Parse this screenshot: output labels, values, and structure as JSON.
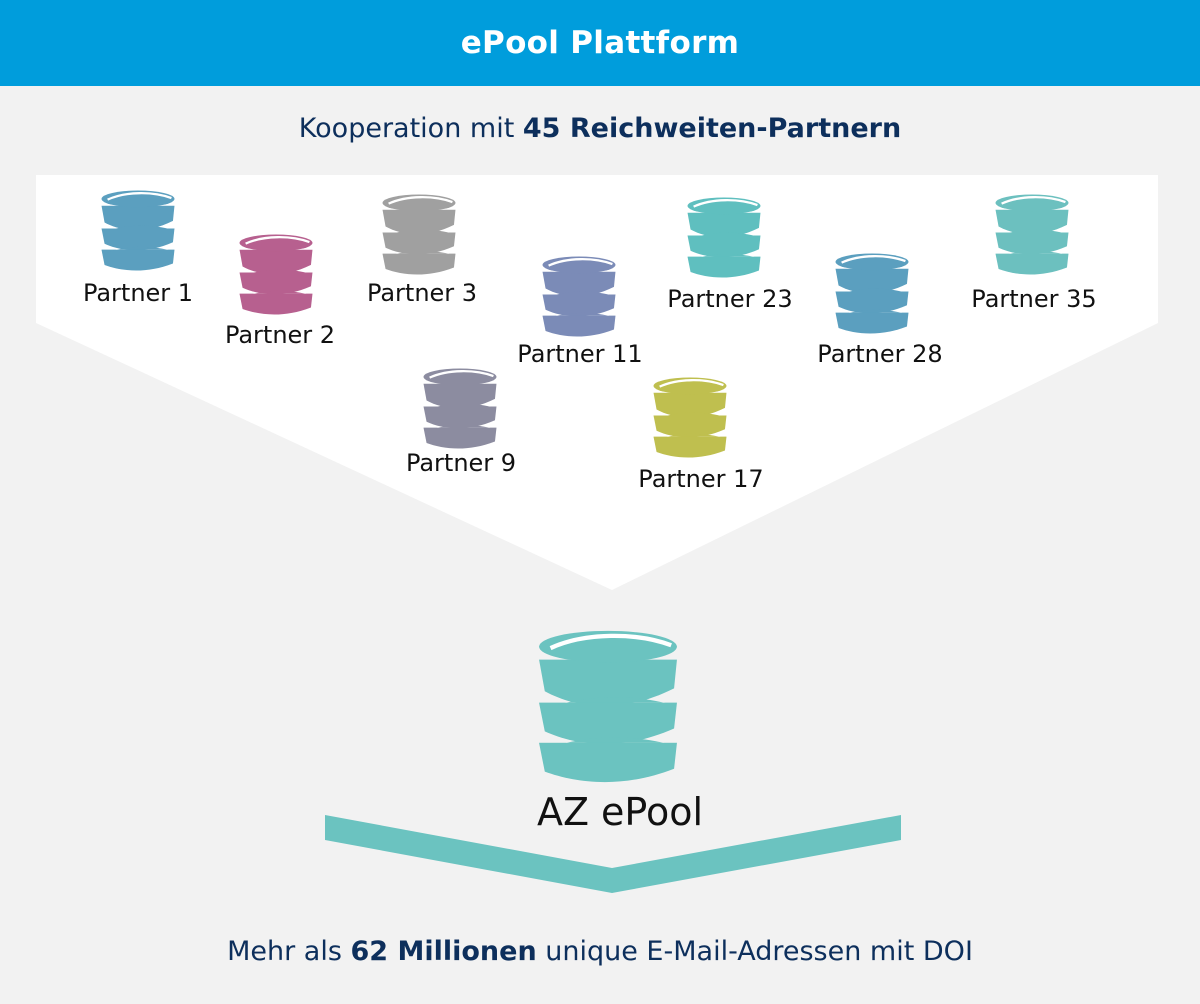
{
  "header": {
    "title": "ePool Plattform"
  },
  "subtitle": {
    "prefix": "Kooperation mit",
    "highlight": "45 Reichweiten-Partnern"
  },
  "partners": [
    {
      "label": "Partner 1",
      "color": "#5b9fbf"
    },
    {
      "label": "Partner 2",
      "color": "#b7608f"
    },
    {
      "label": "Partner 3",
      "color": "#a0a0a0"
    },
    {
      "label": "Partner 11",
      "color": "#7b8bb7"
    },
    {
      "label": "Partner 23",
      "color": "#5fbfbf"
    },
    {
      "label": "Partner 28",
      "color": "#5b9fbf"
    },
    {
      "label": "Partner 35",
      "color": "#6cc0bf"
    },
    {
      "label": "Partner 9",
      "color": "#8c8ca0"
    },
    {
      "label": "Partner 17",
      "color": "#bfbf4f"
    }
  ],
  "main": {
    "label": "AZ ePool",
    "color": "#6bc3c0"
  },
  "footer": {
    "prefix": "Mehr als",
    "highlight": "62 Millionen",
    "suffix": "unique E-Mail-Adressen mit DOI"
  },
  "colors": {
    "header": "#009ddc",
    "text_dark": "#0d2f5c",
    "arrow": "#6bc3c0"
  }
}
